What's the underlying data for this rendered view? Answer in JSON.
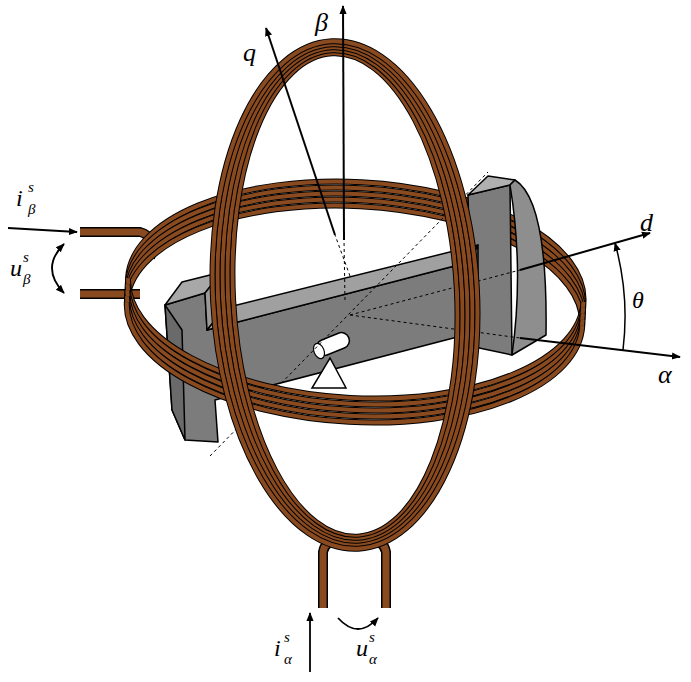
{
  "diagram": {
    "labels": [
      "q",
      "β",
      "d",
      "θ",
      "α",
      "i",
      "s",
      "β",
      "u",
      "s",
      "β",
      "i",
      "s",
      "α",
      "u",
      "s",
      "α"
    ]
  }
}
